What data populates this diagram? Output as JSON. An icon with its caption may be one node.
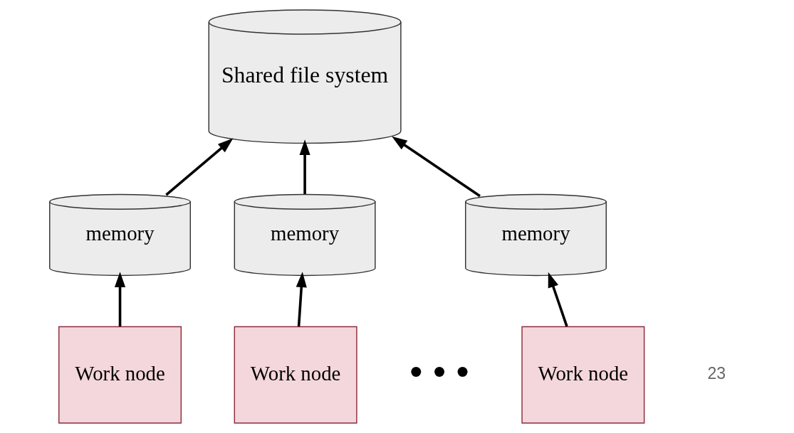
{
  "diagram": {
    "nodes": [
      {
        "text": [
          "Shared file system"
        ]
      },
      {
        "text": [
          "memory"
        ]
      },
      {
        "text": [
          "memory"
        ]
      },
      {
        "text": [
          "memory"
        ]
      },
      {
        "text": [
          "Work node"
        ]
      },
      {
        "text": [
          "Work node"
        ]
      },
      {
        "text": [
          "Work node"
        ]
      }
    ],
    "edges": [
      {
        "from": 1,
        "to": 0,
        "arrow": "to"
      },
      {
        "from": 2,
        "to": 0,
        "arrow": "to"
      },
      {
        "from": 3,
        "to": 0,
        "arrow": "to"
      },
      {
        "from": 4,
        "to": 1,
        "arrow": "to"
      },
      {
        "from": 5,
        "to": 2,
        "arrow": "to"
      },
      {
        "from": 6,
        "to": 3,
        "arrow": "to"
      }
    ],
    "labels": [
      "• • •",
      "23"
    ]
  }
}
